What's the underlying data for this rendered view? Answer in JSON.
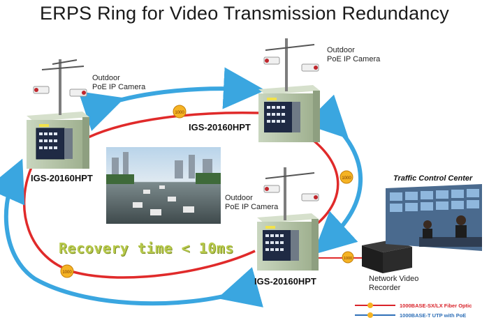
{
  "title": "ERPS Ring for Video Transmission Redundancy",
  "cameras": [
    {
      "line1": "Outdoor",
      "line2": "PoE IP Camera"
    },
    {
      "line1": "Outdoor",
      "line2": "PoE IP Camera"
    },
    {
      "line1": "Outdoor",
      "line2": "PoE IP Camera"
    }
  ],
  "switches": [
    "IGS-20160HPT",
    "IGS-20160HPT",
    "IGS-20160HPT"
  ],
  "link_badge": "1000",
  "recovery": "Recovery time < 10ms",
  "traffic_center": "Traffic Control Center",
  "nvr": {
    "line1": "Network Video",
    "line2": "Recorder"
  },
  "legend": [
    {
      "label": "1000BASE-SX/LX Fiber Optic",
      "color": "#d9232a"
    },
    {
      "label": "1000BASE-T UTP with PoE",
      "color": "#2e6fb7"
    }
  ],
  "colors": {
    "ring": "#e02a2a",
    "arrow": "#3aa6e0",
    "badge": "#f5b324",
    "cabinet": "#b9c8ad"
  }
}
